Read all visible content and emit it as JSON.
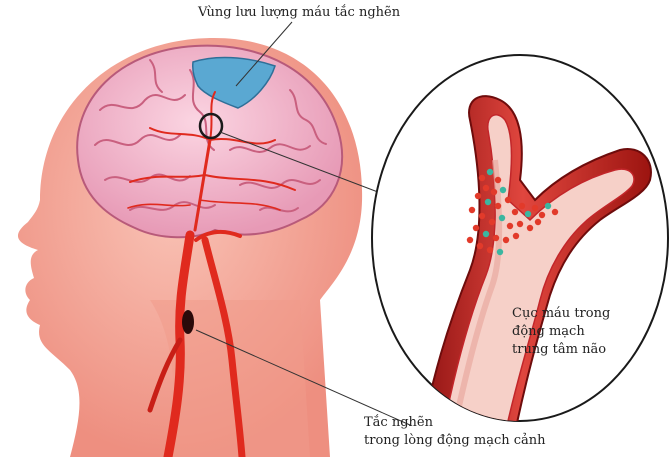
{
  "labels": {
    "blocked_area": "Vùng lưu lượng máu tắc nghẽn",
    "clot_line1": "Cục máu trong",
    "clot_line2": "động mạch",
    "clot_line3": "trung tâm não",
    "carotid_line1": "Tắc nghẽn",
    "carotid_line2": "trong lòng động mạch cảnh"
  },
  "colors": {
    "skin": "#f4a89a",
    "skin_dark": "#ee8f80",
    "brain": "#f2b8cc",
    "brain_fold": "#c9607f",
    "blocked_area": "#5aa8d2",
    "artery": "#e02a1e",
    "artery_dark": "#9c1410",
    "vessel_wall": "#c2262a",
    "vessel_inner": "#f6d0c8",
    "clot_red": "#e23a2a",
    "clot_teal": "#3bb6a0"
  }
}
